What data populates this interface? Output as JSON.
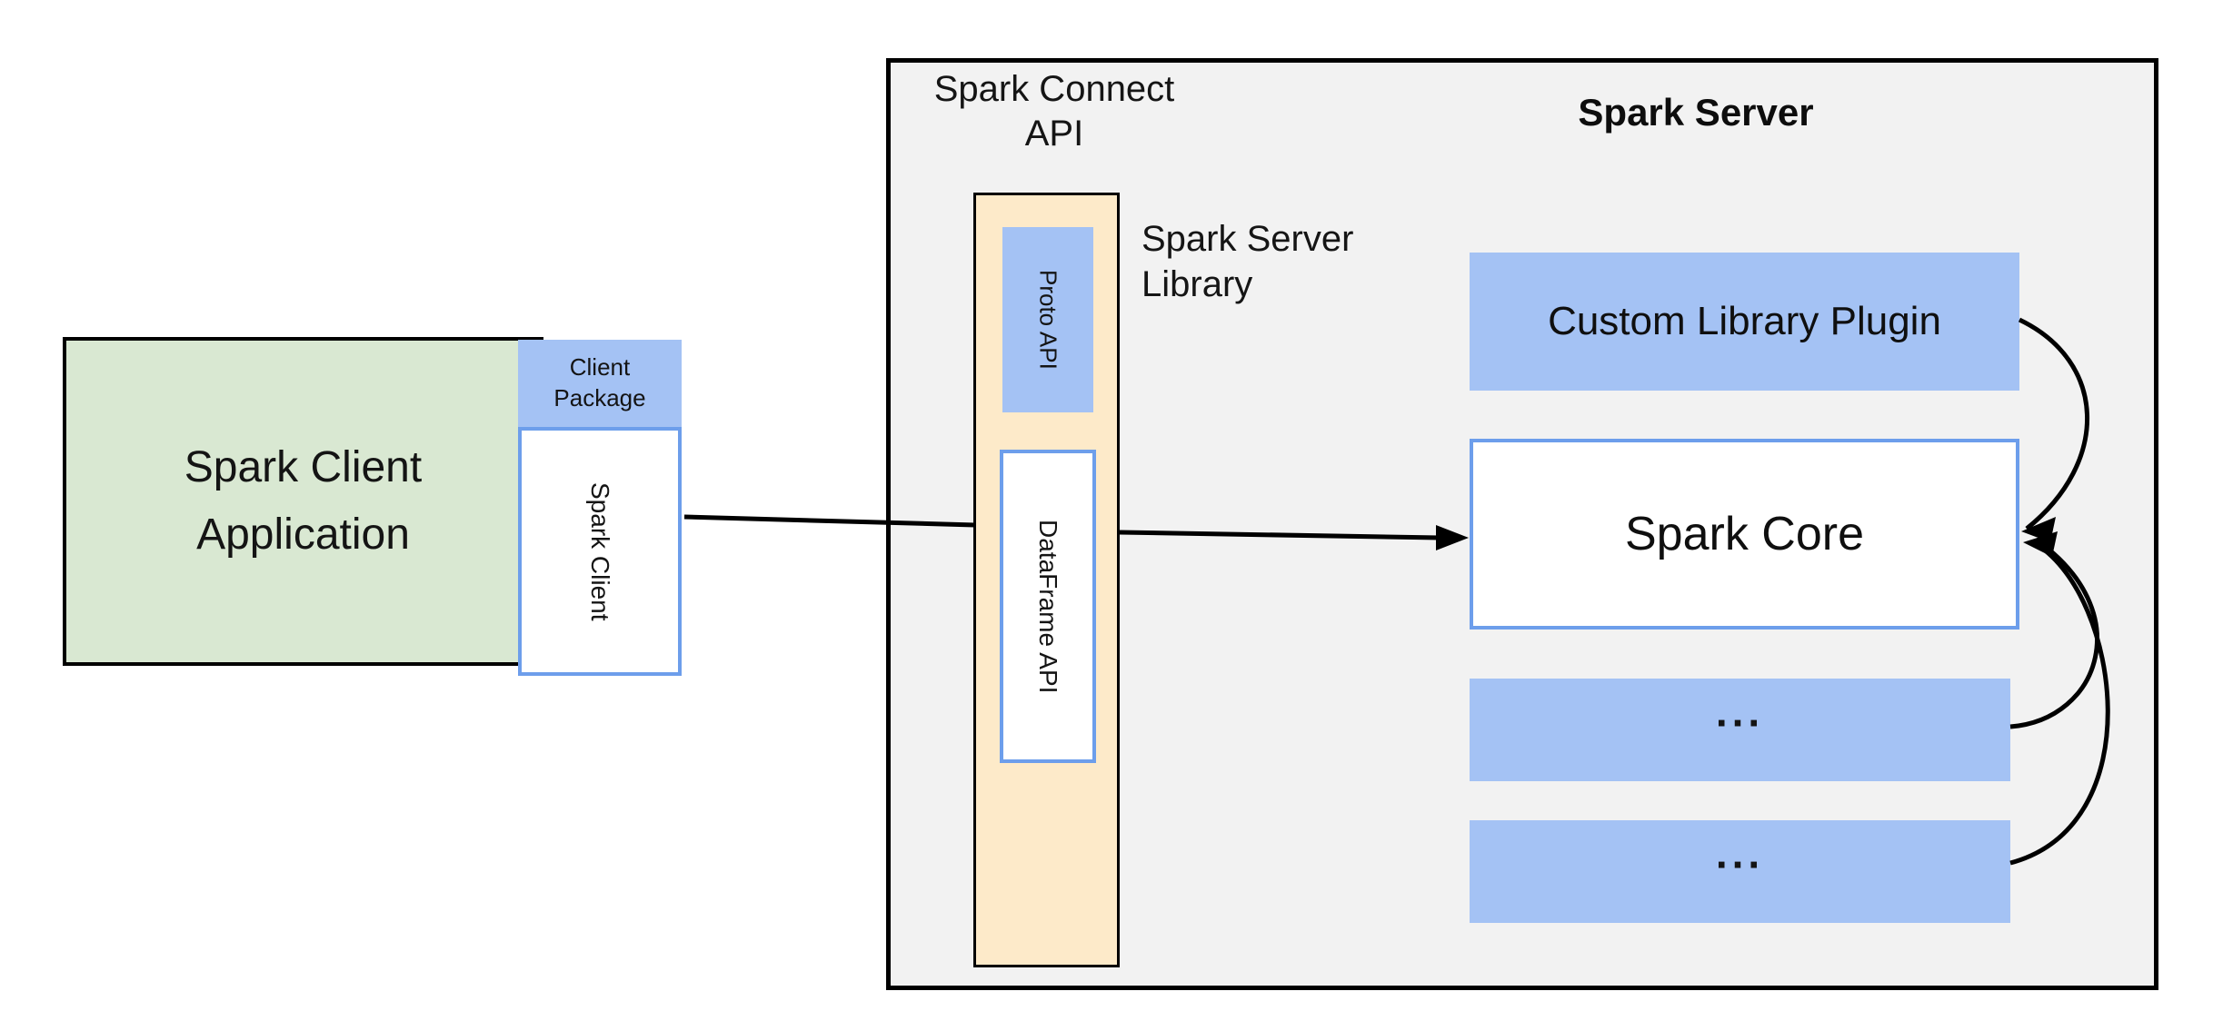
{
  "diagram": {
    "client": {
      "app_label": "Spark Client\nApplication",
      "package_label": "Client\nPackage",
      "spark_client_label": "Spark Client"
    },
    "connect": {
      "api_title": "Spark Connect\nAPI",
      "proto_label": "Proto API",
      "dataframe_label": "DataFrame API",
      "library_label": "Spark Server\nLibrary"
    },
    "server": {
      "title": "Spark Server",
      "plugin_label": "Custom Library Plugin",
      "core_label": "Spark Core",
      "more_label_1": "...",
      "more_label_2": "..."
    },
    "colors": {
      "client_app_fill": "#d9e8d2",
      "node_blue_fill": "#a4c2f4",
      "node_blue_border": "#6d9eeb",
      "connect_column_fill": "#fdeac9",
      "server_fill": "#f2f2f2",
      "outline_black": "#000000",
      "text": "#111111"
    }
  }
}
